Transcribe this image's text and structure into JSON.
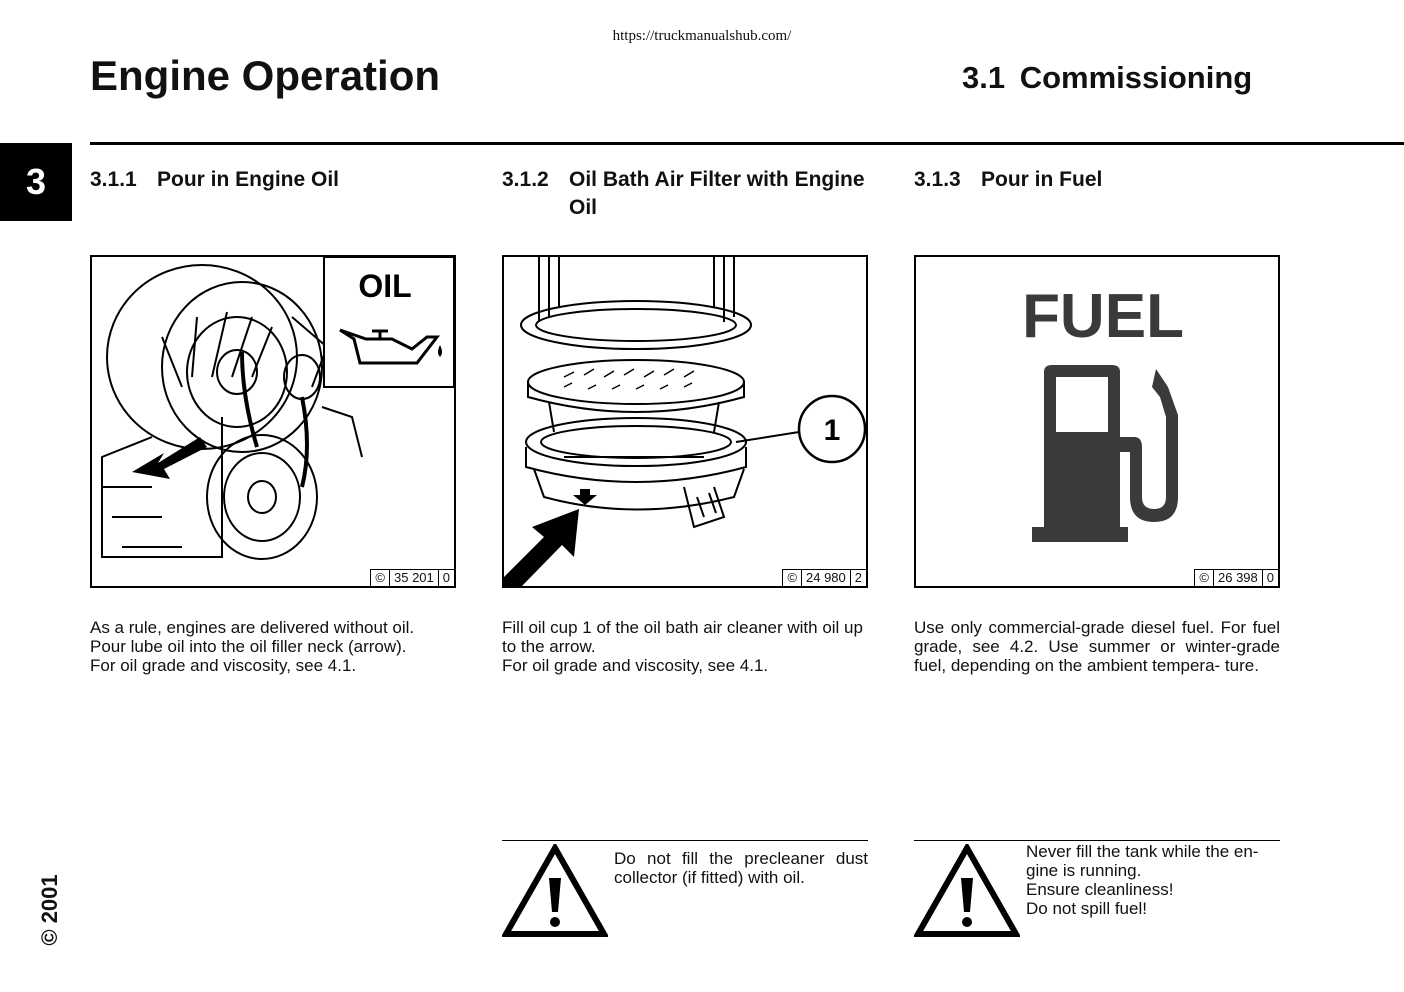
{
  "header": {
    "url": "https://truckmanualshub.com/",
    "title": "Engine Operation",
    "section": "3.1  Commissioning",
    "chapter_tab": "3",
    "copyright_year": "© 2001"
  },
  "columns": [
    {
      "num": "3.1.1",
      "heading": "Pour in Engine Oil",
      "figure": {
        "label": "OIL",
        "ref_symbol": "©",
        "ref_num": "35 201",
        "ref_idx": "0"
      },
      "body": [
        "As a rule, engines are delivered without oil.",
        "Pour lube oil into the oil filler neck (arrow).",
        "For oil grade and viscosity, see 4.1."
      ]
    },
    {
      "num": "3.1.2",
      "heading": "Oil Bath Air Filter with Engine Oil",
      "figure": {
        "callout": "1",
        "ref_symbol": "©",
        "ref_num": "24 980",
        "ref_idx": "2"
      },
      "body": [
        "Fill oil cup 1 of the oil bath air cleaner with oil up to the arrow.",
        "For oil grade and viscosity, see 4.1."
      ],
      "warning": [
        "Do not fill the precleaner dust collector (if fitted) with oil."
      ]
    },
    {
      "num": "3.1.3",
      "heading": "Pour in Fuel",
      "figure": {
        "label": "FUEL",
        "ref_symbol": "©",
        "ref_num": "26 398",
        "ref_idx": "0"
      },
      "body": [
        "Use only commercial-grade diesel fuel. For fuel grade, see 4.2. Use summer or winter-grade fuel, depending on the ambient tempera- ture."
      ],
      "warning": [
        "Never fill the tank while the en- gine is running.",
        "Ensure cleanliness!",
        "Do not spill fuel!"
      ]
    }
  ]
}
